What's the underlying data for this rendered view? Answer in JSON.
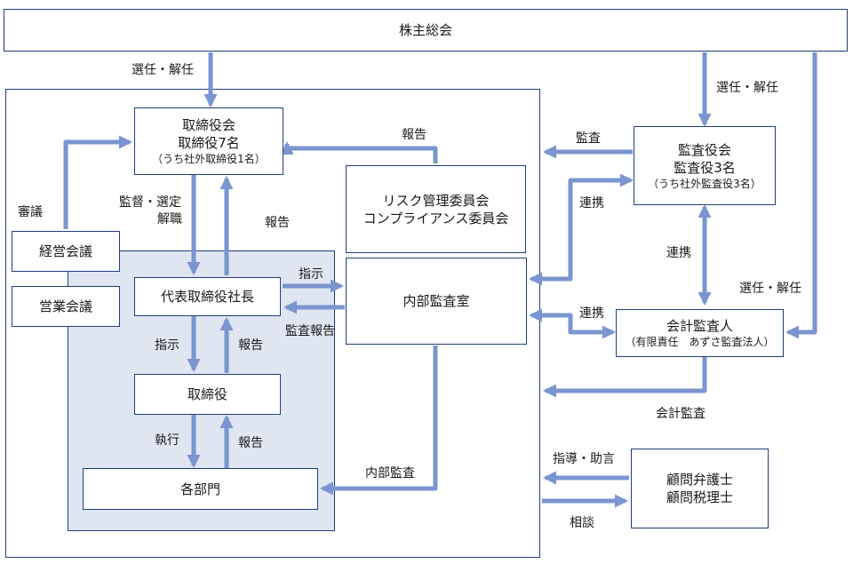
{
  "nodes": {
    "shareholders": "株主総会",
    "board": [
      "取締役会",
      "取締役7名",
      "（うち社外取締役1名）"
    ],
    "risk_committee": [
      "リスク管理委員会",
      "コンプライアンス委員会"
    ],
    "audit_board": [
      "監査役会",
      "監査役3名",
      "（うち社外監査役3名）"
    ],
    "management_meeting": "経営会議",
    "sales_meeting": "営業会議",
    "president": "代表取締役社長",
    "internal_audit": "内部監査室",
    "accounting_auditor": [
      "会計監査人",
      "（有限責任　あずさ監査法人）"
    ],
    "directors": "取締役",
    "departments": "各部門",
    "advisors": [
      "顧問弁護士",
      "顧問税理士"
    ]
  },
  "labels": {
    "appoint_dismiss_left": "選任・解任",
    "appoint_dismiss_right": "選任・解任",
    "appoint_dismiss_auditor": "選任・解任",
    "deliberation": "審議",
    "supervise_select": "監督・選定",
    "dismiss": "解職",
    "report_board": "報告",
    "report_committee": "報告",
    "audit": "監査",
    "cooperation_1": "連携",
    "cooperation_2": "連携",
    "cooperation_3": "連携",
    "instruction_audit_room": "指示",
    "audit_report": "監査報告",
    "instruction_directors": "指示",
    "report_president": "報告",
    "execution": "執行",
    "report_directors": "報告",
    "internal_audit_label": "内部監査",
    "accounting_audit": "会計監査",
    "guidance_advice": "指導・助言",
    "consultation": "相談"
  },
  "colors": {
    "arrow": "#7a95cf",
    "border": "#1f3f78",
    "shade": "#dfe5f1"
  }
}
